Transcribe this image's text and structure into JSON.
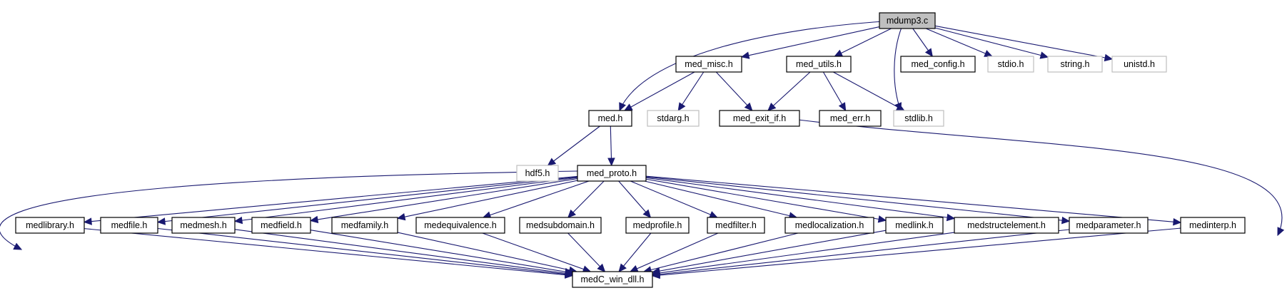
{
  "nodes": [
    {
      "id": "mdump3",
      "label": "mdump3.c",
      "style": "root"
    },
    {
      "id": "med_misc",
      "label": "med_misc.h",
      "style": "normal"
    },
    {
      "id": "med_utils",
      "label": "med_utils.h",
      "style": "normal"
    },
    {
      "id": "med_config",
      "label": "med_config.h",
      "style": "normal"
    },
    {
      "id": "stdio",
      "label": "stdio.h",
      "style": "external"
    },
    {
      "id": "string",
      "label": "string.h",
      "style": "external"
    },
    {
      "id": "unistd",
      "label": "unistd.h",
      "style": "external"
    },
    {
      "id": "med",
      "label": "med.h",
      "style": "normal"
    },
    {
      "id": "stdarg",
      "label": "stdarg.h",
      "style": "external"
    },
    {
      "id": "med_exit_if",
      "label": "med_exit_if.h",
      "style": "normal"
    },
    {
      "id": "med_err",
      "label": "med_err.h",
      "style": "normal"
    },
    {
      "id": "stdlib",
      "label": "stdlib.h",
      "style": "external"
    },
    {
      "id": "hdf5",
      "label": "hdf5.h",
      "style": "external"
    },
    {
      "id": "med_proto",
      "label": "med_proto.h",
      "style": "normal"
    },
    {
      "id": "medlibrary",
      "label": "medlibrary.h",
      "style": "normal"
    },
    {
      "id": "medfile",
      "label": "medfile.h",
      "style": "normal"
    },
    {
      "id": "medmesh",
      "label": "medmesh.h",
      "style": "normal"
    },
    {
      "id": "medfield",
      "label": "medfield.h",
      "style": "normal"
    },
    {
      "id": "medfamily",
      "label": "medfamily.h",
      "style": "normal"
    },
    {
      "id": "medequivalence",
      "label": "medequivalence.h",
      "style": "normal"
    },
    {
      "id": "medsubdomain",
      "label": "medsubdomain.h",
      "style": "normal"
    },
    {
      "id": "medprofile",
      "label": "medprofile.h",
      "style": "normal"
    },
    {
      "id": "medfilter",
      "label": "medfilter.h",
      "style": "normal"
    },
    {
      "id": "medlocalization",
      "label": "medlocalization.h",
      "style": "normal"
    },
    {
      "id": "medlink",
      "label": "medlink.h",
      "style": "normal"
    },
    {
      "id": "medstructelement",
      "label": "medstructelement.h",
      "style": "normal"
    },
    {
      "id": "medparameter",
      "label": "medparameter.h",
      "style": "normal"
    },
    {
      "id": "medinterp",
      "label": "medinterp.h",
      "style": "normal"
    },
    {
      "id": "medC_win_dll",
      "label": "medC_win_dll.h",
      "style": "normal"
    }
  ],
  "edges": [
    [
      "mdump3",
      "med"
    ],
    [
      "mdump3",
      "med_misc"
    ],
    [
      "mdump3",
      "med_utils"
    ],
    [
      "mdump3",
      "stdlib"
    ],
    [
      "mdump3",
      "med_config"
    ],
    [
      "mdump3",
      "stdio"
    ],
    [
      "mdump3",
      "string"
    ],
    [
      "mdump3",
      "unistd"
    ],
    [
      "med_misc",
      "med"
    ],
    [
      "med_misc",
      "stdarg"
    ],
    [
      "med_misc",
      "med_exit_if"
    ],
    [
      "med_utils",
      "med_exit_if"
    ],
    [
      "med_utils",
      "med_err"
    ],
    [
      "med_utils",
      "stdlib"
    ],
    [
      "med",
      "hdf5"
    ],
    [
      "med",
      "med_proto"
    ],
    [
      "med_exit_if",
      "medC_win_dll"
    ],
    [
      "med_proto",
      "medlibrary"
    ],
    [
      "med_proto",
      "medfile"
    ],
    [
      "med_proto",
      "medmesh"
    ],
    [
      "med_proto",
      "medfield"
    ],
    [
      "med_proto",
      "medfamily"
    ],
    [
      "med_proto",
      "medequivalence"
    ],
    [
      "med_proto",
      "medsubdomain"
    ],
    [
      "med_proto",
      "medprofile"
    ],
    [
      "med_proto",
      "medfilter"
    ],
    [
      "med_proto",
      "medlocalization"
    ],
    [
      "med_proto",
      "medlink"
    ],
    [
      "med_proto",
      "medstructelement"
    ],
    [
      "med_proto",
      "medparameter"
    ],
    [
      "med_proto",
      "medinterp"
    ],
    [
      "med_proto",
      "medC_win_dll"
    ],
    [
      "medlibrary",
      "medC_win_dll"
    ],
    [
      "medfile",
      "medC_win_dll"
    ],
    [
      "medmesh",
      "medC_win_dll"
    ],
    [
      "medfield",
      "medC_win_dll"
    ],
    [
      "medfamily",
      "medC_win_dll"
    ],
    [
      "medequivalence",
      "medC_win_dll"
    ],
    [
      "medsubdomain",
      "medC_win_dll"
    ],
    [
      "medprofile",
      "medC_win_dll"
    ],
    [
      "medfilter",
      "medC_win_dll"
    ],
    [
      "medlocalization",
      "medC_win_dll"
    ],
    [
      "medlink",
      "medC_win_dll"
    ],
    [
      "medstructelement",
      "medC_win_dll"
    ],
    [
      "medparameter",
      "medC_win_dll"
    ],
    [
      "medinterp",
      "medC_win_dll"
    ]
  ],
  "colors": {
    "root_fill": "#bfbfbf",
    "node_fill": "#ffffff",
    "node_border": "#000000",
    "external_border": "#bfbfbf",
    "external_text": "#7f7f7f",
    "edge": "#191970"
  }
}
